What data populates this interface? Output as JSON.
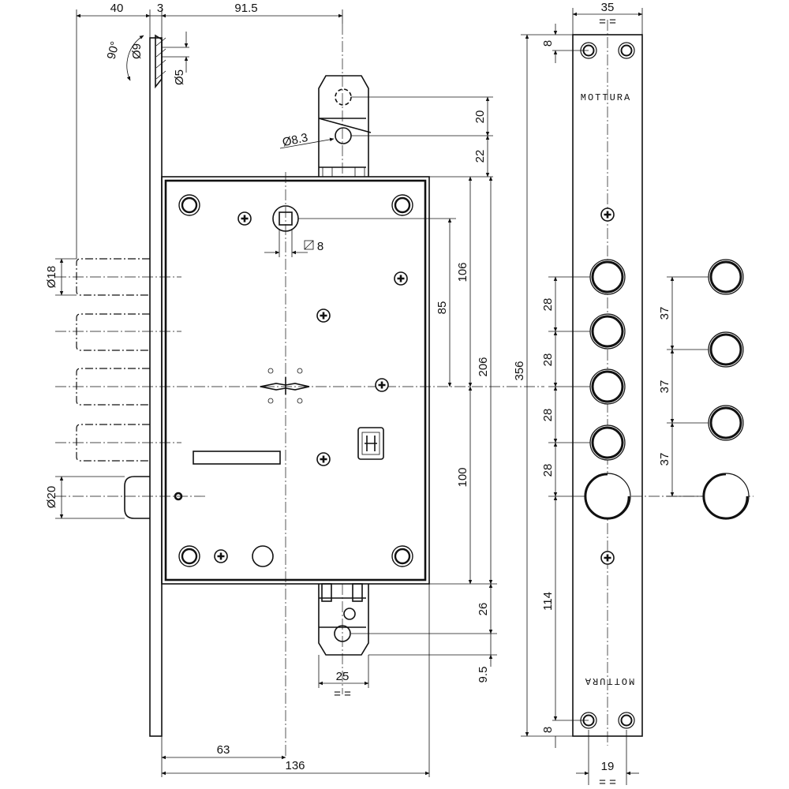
{
  "drawing": {
    "brand": "MOTTURA",
    "brand_lower_inverted": "MOTTURA"
  },
  "dims": {
    "backset_40": "40",
    "faceplate_3": "3",
    "top_91_5": "91.5",
    "angle_90": "90°",
    "dia_9": "Ø9",
    "dia_5": "Ø5",
    "strip_width_35": "35",
    "equal_marks": "=  =",
    "top_8": "8",
    "dim_20": "20",
    "dia_8_3": "Ø8.3",
    "dim_22": "22",
    "dia_18": "Ø18",
    "square_8": "8",
    "dim_106": "106",
    "dim_85": "85",
    "dim_206": "206",
    "dim_356": "356",
    "pitch_28_a": "28",
    "pitch_28_b": "28",
    "pitch_28_c": "28",
    "pitch_28_d": "28",
    "pitch_37_a": "37",
    "pitch_37_b": "37",
    "pitch_37_c": "37",
    "dia_20": "Ø20",
    "dim_100": "100",
    "dim_114": "114",
    "dim_26": "26",
    "dim_9_5": "9.5",
    "dim_25": "25",
    "equal_marks_bottom": "=  =",
    "bottom_8": "8",
    "dim_63": "63",
    "dim_136": "136",
    "strip_bottom_19": "19",
    "equal_marks_strip": "=  ="
  }
}
